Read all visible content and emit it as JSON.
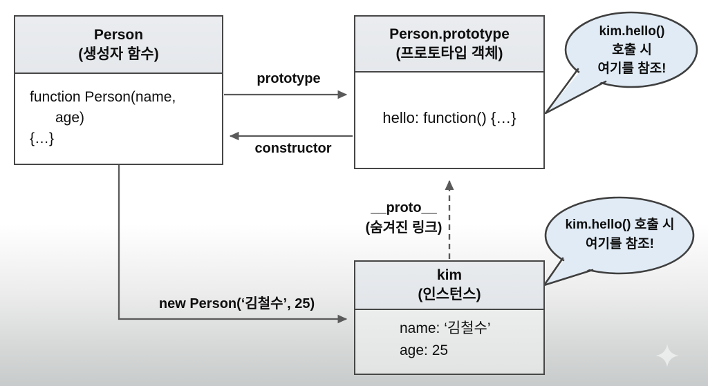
{
  "boxes": {
    "person": {
      "title": "Person",
      "subtitle": "(생성자 함수)",
      "body_line1": "function Person(name,",
      "body_line2": "age)",
      "body_line3": "{…}"
    },
    "prototype": {
      "title": "Person.prototype",
      "subtitle": "(프로토타입 객체)",
      "body": "hello: function() {…}"
    },
    "kim": {
      "title": "kim",
      "subtitle": "(인스턴스)",
      "body_line1": "name: ‘김철수’",
      "body_line2": "age: 25"
    }
  },
  "arrows": {
    "prototype": {
      "label": "prototype",
      "direction": "left-to-right",
      "style": "solid"
    },
    "constructor": {
      "label": "constructor",
      "direction": "right-to-left",
      "style": "solid"
    },
    "proto_link": {
      "label_line1": "__proto__",
      "label_line2": "(숨겨진 링크)",
      "direction": "up",
      "style": "dashed"
    },
    "new_instance": {
      "label": "new Person(‘김철수’, 25)",
      "direction": "down-then-right",
      "style": "solid"
    }
  },
  "bubbles": {
    "prototype_note": {
      "line1": "kim.hello()",
      "line2": "호출 시",
      "line3": "여기를 참조!"
    },
    "instance_note": {
      "line1": "kim.hello() 호출 시",
      "line2": "여기를 참조!"
    }
  },
  "icons": {
    "sparkle": "four-point-star"
  },
  "colors": {
    "box_header_fill": "#e8eaed",
    "box_body_fill": "#ffffff",
    "box_border": "#464646",
    "arrow": "#5a5a5a",
    "bubble_fill": "#e0ebf5",
    "bubble_border": "#3f3f3f",
    "text": "#0e0e0e"
  }
}
